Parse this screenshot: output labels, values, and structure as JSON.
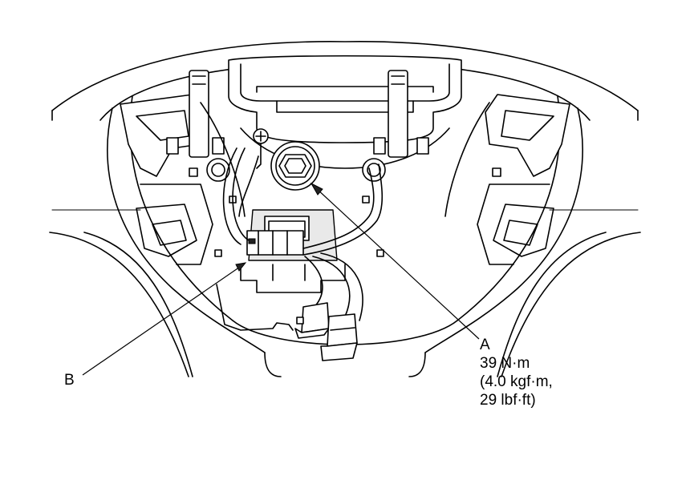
{
  "callouts": {
    "a": {
      "letter": "A",
      "torque_nm": "39 N·m",
      "torque_kgf": "(4.0 kgf·m,",
      "torque_lbf": "29 lbf·ft)"
    },
    "b": {
      "letter": "B"
    }
  }
}
